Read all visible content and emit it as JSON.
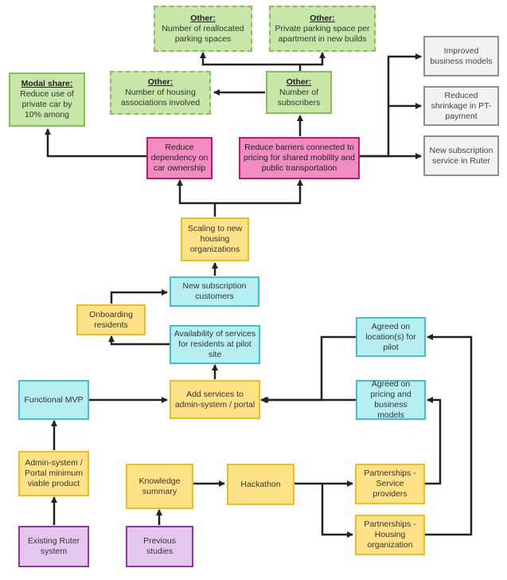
{
  "nodes": {
    "reallocated": {
      "title": "Other:",
      "text": "Number of reallocated parking spaces"
    },
    "parking_apartment": {
      "title": "Other:",
      "text": "Private parking space per apartment in new builds"
    },
    "modal_share": {
      "title": "Modal share:",
      "text": "Reduce use of private car by 10% among"
    },
    "housing_assoc": {
      "title": "Other:",
      "text": "Number of housing associations involved"
    },
    "subscribers": {
      "title": "Other:",
      "text": "Number of subscribers"
    },
    "improved_business": {
      "text": "Improved business models"
    },
    "reduced_shrinkage": {
      "text": "Reduced shrinkage in PT-payment"
    },
    "new_sub_service": {
      "text": "New subscription service in Ruter"
    },
    "reduce_dependency": {
      "text": "Reduce dependency on car ownership"
    },
    "reduce_barriers": {
      "text": "Reduce barriers connected to pricing for shared mobility and public transportation"
    },
    "scaling": {
      "text": "Scaling to new housing organizations"
    },
    "new_sub_customers": {
      "text": "New subscription customers"
    },
    "onboarding": {
      "text": "Onboarding residents"
    },
    "availability": {
      "text": "Availability of services for residents at pilot site"
    },
    "agreed_location": {
      "text": "Agreed on location(s) for pilot"
    },
    "functional_mvp": {
      "text": "Functional MVP"
    },
    "add_services": {
      "text": "Add services to admin-system / portal"
    },
    "agreed_pricing": {
      "text": "Agreed on pricing and business models"
    },
    "admin_system": {
      "text": "Admin-system / Portal minimum viable product"
    },
    "knowledge": {
      "text": "Knowledge summary"
    },
    "hackathon": {
      "text": "Hackathon"
    },
    "partnerships_service": {
      "text": "Partnerships - Service providers"
    },
    "partnerships_housing": {
      "text": "Partnerships - Housing organization"
    },
    "existing_ruter": {
      "text": "Existing Ruter system"
    },
    "previous_studies": {
      "text": "Previous studies"
    }
  },
  "colors": {
    "outcome_green": "#c7e6a7",
    "impact_pink": "#f08cc0",
    "grey_box": "#f2f2f2",
    "activity_yellow": "#ffe288",
    "output_cyan": "#b6eff2",
    "input_purple": "#e4c7ef",
    "arrow": "#222222"
  }
}
